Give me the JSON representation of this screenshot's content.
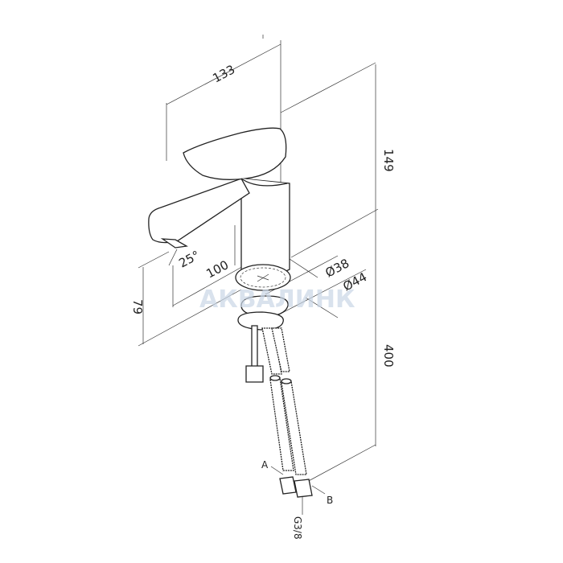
{
  "watermark": "АКВАЛИНК",
  "dimensions": {
    "width_133": "133",
    "height_149": "149",
    "hose_400": "400",
    "spout_height_79": "79",
    "reach_100": "100",
    "angle_25": "25°",
    "dia_38": "Ø38",
    "dia_44": "Ø44"
  },
  "labels": {
    "a": "A",
    "b": "B",
    "thread": "G3/8"
  },
  "colors": {
    "line": "#222222",
    "watermark": "#c9d6e6"
  }
}
